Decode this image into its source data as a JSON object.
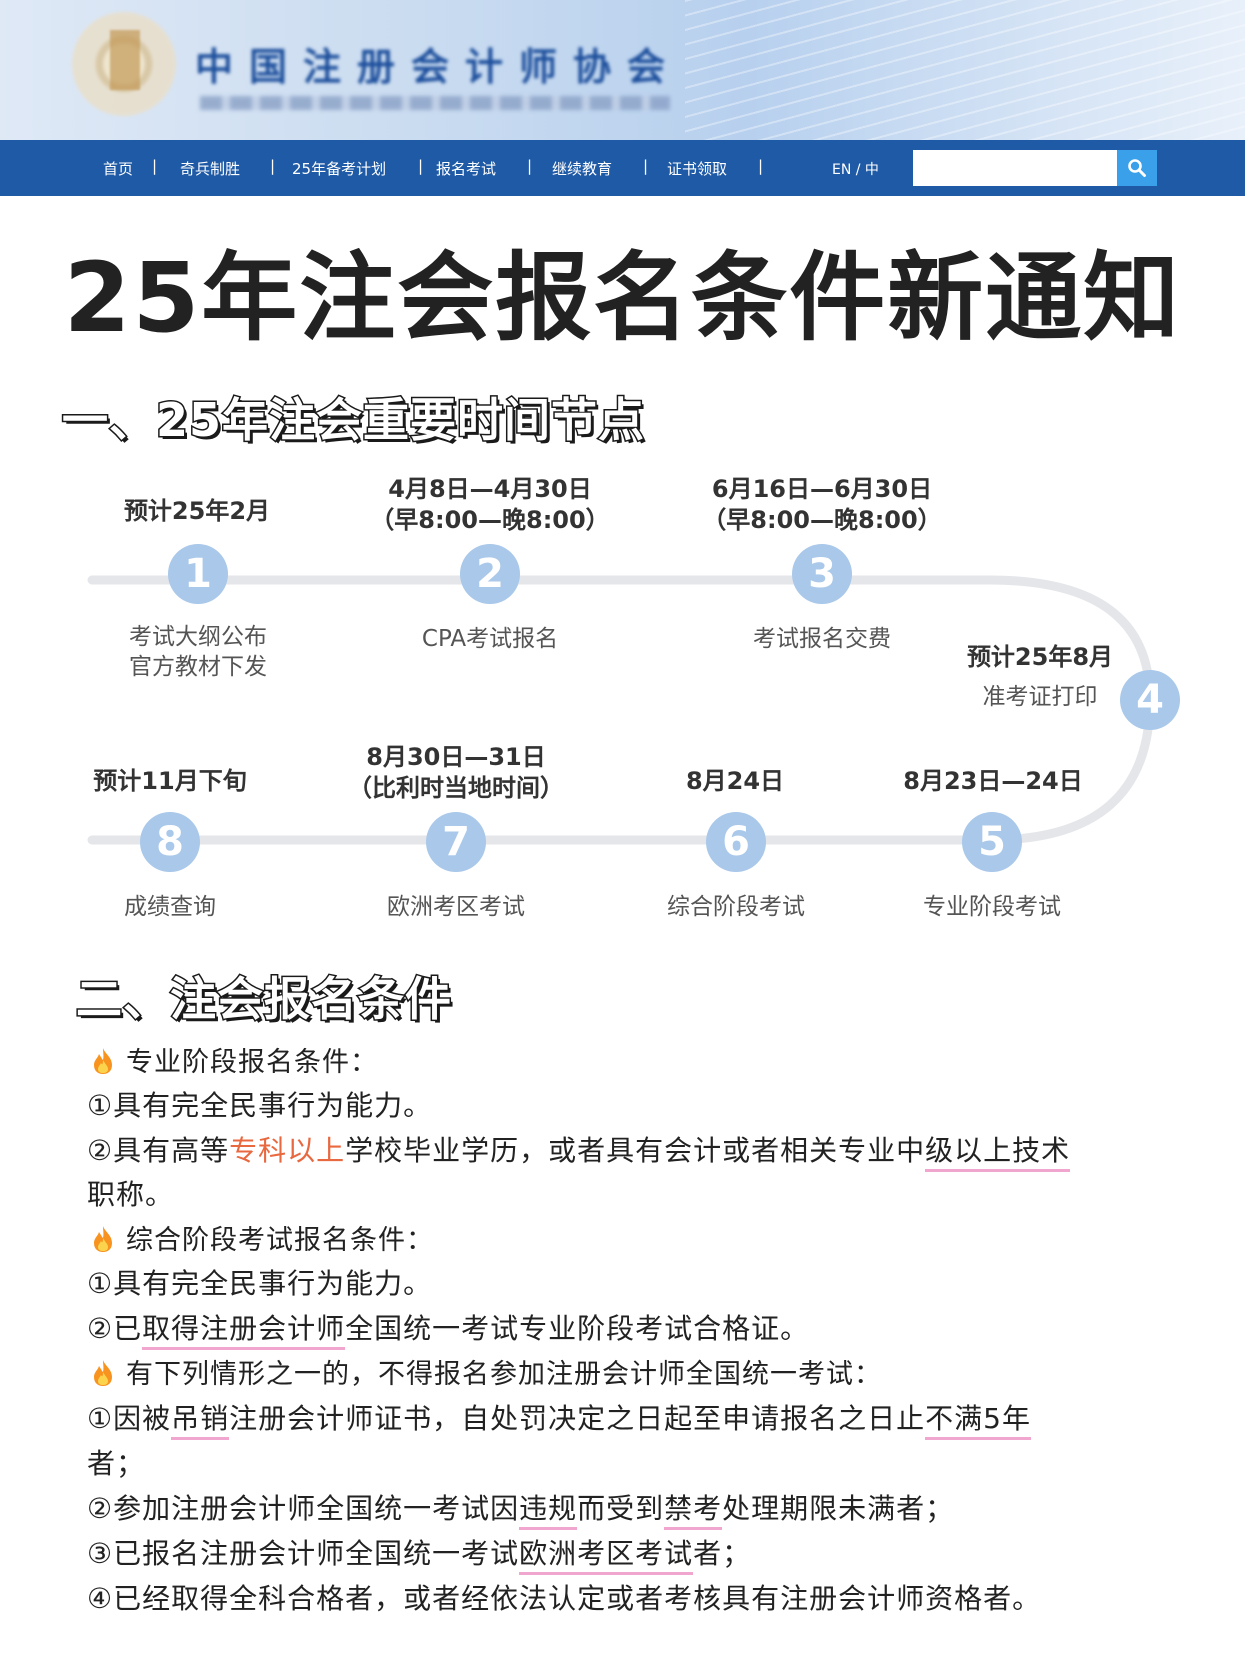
{
  "header": {
    "org_name": "中国注册会计师协会"
  },
  "nav": {
    "items": [
      "首页",
      "奇兵制胜",
      "25年备考计划",
      "报名考试",
      "继续教育",
      "证书领取"
    ],
    "separator": "|",
    "lang": "EN / 中",
    "search_placeholder": ""
  },
  "title": "25年注会报名条件新通知",
  "section1": {
    "heading": "一、25年注会重要时间节点",
    "steps": [
      {
        "num": "1",
        "date": "预计25年2月",
        "label1": "考试大纲公布",
        "label2": "官方教材下发"
      },
      {
        "num": "2",
        "date1": "4月8日—4月30日",
        "date2": "（早8:00—晚8:00）",
        "label1": "CPA考试报名"
      },
      {
        "num": "3",
        "date1": "6月16日—6月30日",
        "date2": "（早8:00—晚8:00）",
        "label1": "考试报名交费"
      },
      {
        "num": "4",
        "date": "预计25年8月",
        "label1": "准考证打印"
      },
      {
        "num": "5",
        "date": "8月23日—24日",
        "label1": "专业阶段考试"
      },
      {
        "num": "6",
        "date": "8月24日",
        "label1": "综合阶段考试"
      },
      {
        "num": "7",
        "date1": "8月30日—31日",
        "date2": "（比利时当地时间）",
        "label1": "欧洲考区考试"
      },
      {
        "num": "8",
        "date": "预计11月下旬",
        "label1": "成绩查询"
      }
    ]
  },
  "section2": {
    "heading": "二、注会报名条件",
    "pro": {
      "title": "专业阶段报名条件：",
      "c1": "①具有完全民事行为能力。",
      "c2_a": "②具有高等",
      "c2_hl": "专科以上",
      "c2_b": "学校毕业学历，或者具有会计或者相关专业中",
      "c2_ul": "级以上技术",
      "c2_c": "职称。"
    },
    "comp": {
      "title": "综合阶段考试报名条件：",
      "c1": "①具有完全民事行为能力。",
      "c2_a": "②已",
      "c2_ul": "取得注册会计师",
      "c2_b": "全国统一考试专业阶段考试合格证。"
    },
    "excl": {
      "title": "有下列情形之一的，不得报名参加注册会计师全国统一考试：",
      "e1_a": "①因被",
      "e1_ul1": "吊销",
      "e1_b": "注册会计师证书，自处罚决定之日起至申请报名之日止",
      "e1_ul2": "不满5年",
      "e1_c": "者；",
      "e2_a": "②参加注册会计师全国统一考试因",
      "e2_ul1": "违规",
      "e2_b": "而受到",
      "e2_ul2": "禁考",
      "e2_c": "处理期限未满者；",
      "e3_a": "③已报名注册会计师全国统一考试",
      "e3_ul": "欧洲考区考试",
      "e3_b": "者；",
      "e4": "④已经取得全科合格者，或者经依法认定或者考核具有注册会计师资格者。"
    }
  },
  "colors": {
    "nav": "#1f5aa6",
    "node": "#a9c8ea",
    "track": "#e4e6ea",
    "highlight": "#e8683f",
    "underline": "#f0a6cf"
  }
}
